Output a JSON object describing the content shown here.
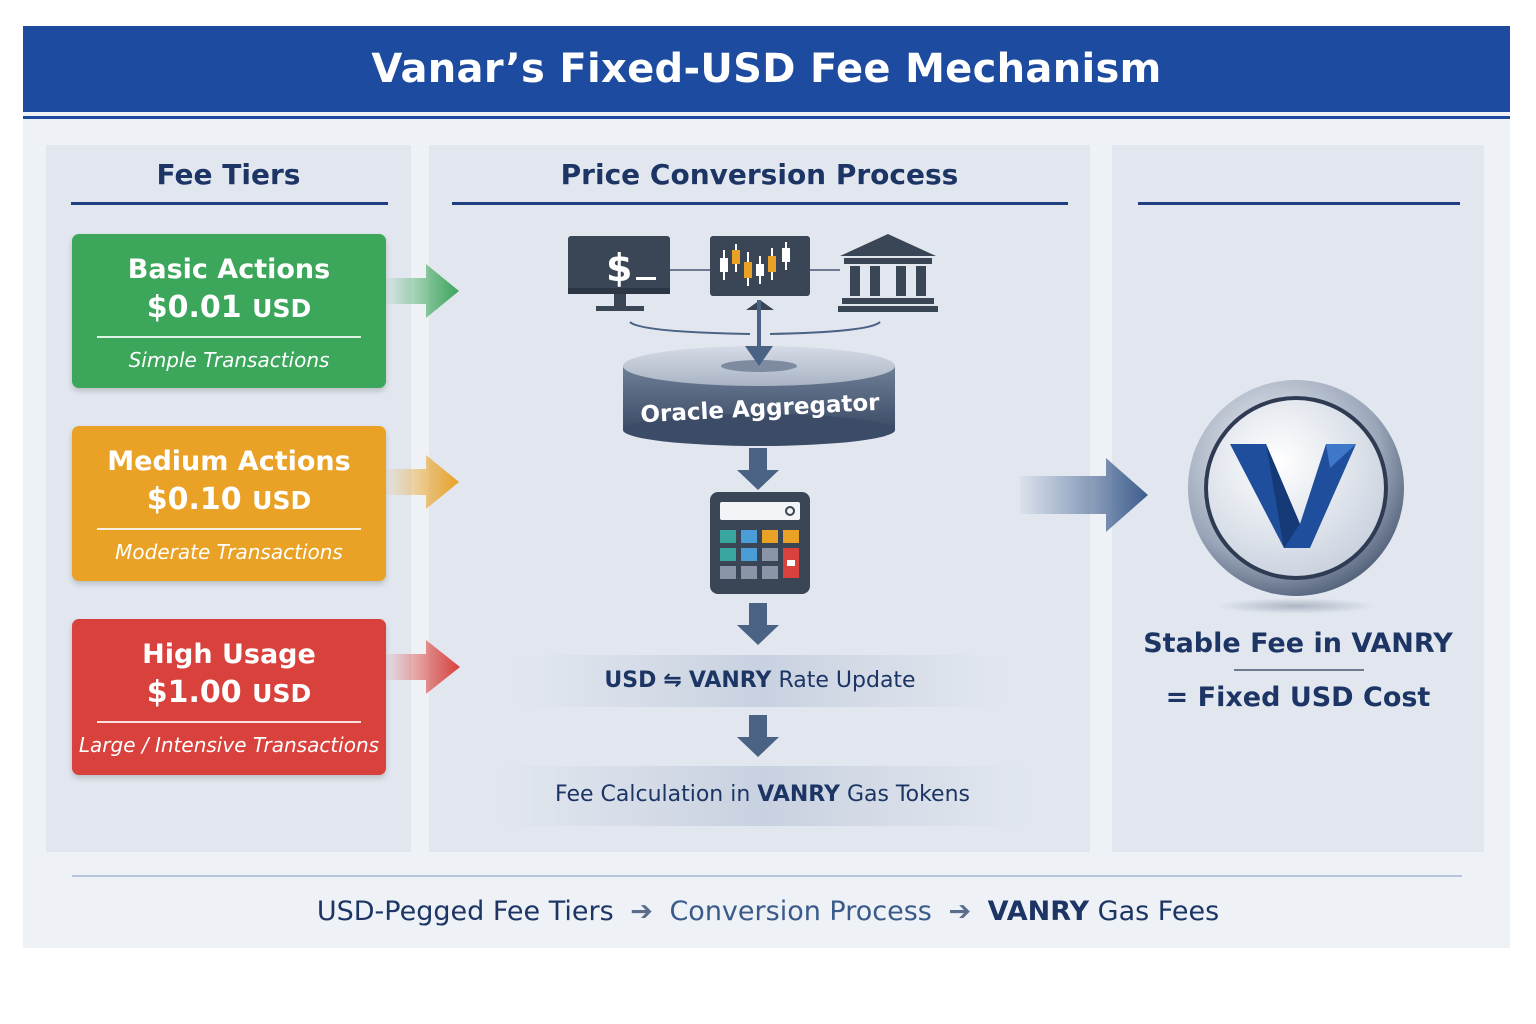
{
  "title": "Vanar’s Fixed-USD Fee Mechanism",
  "panels": {
    "fee_tiers_heading": "Fee Tiers",
    "conversion_heading": "Price Conversion Process"
  },
  "tiers": [
    {
      "name": "Basic Actions",
      "price": "$0.01",
      "unit": "USD",
      "desc": "Simple Transactions",
      "color": "#3ca65b"
    },
    {
      "name": "Medium Actions",
      "price": "$0.10",
      "unit": "USD",
      "desc": "Moderate Transactions",
      "color": "#e9a225"
    },
    {
      "name": "High Usage",
      "price": "$1.00",
      "unit": "USD",
      "desc": "Large / Intensive Transactions",
      "color": "#d9413c"
    }
  ],
  "process": {
    "oracle_label": "Oracle Aggregator",
    "rate_update": {
      "left": "USD",
      "arrow": "⇋",
      "right": "VANRY",
      "rest": "Rate Update"
    },
    "fee_calc": {
      "lead": "Fee Calculation in",
      "token": "VANRY",
      "rest": "Gas Tokens"
    },
    "icons": [
      "dollar-terminal-icon",
      "candlestick-chart-icon",
      "bank-icon",
      "calculator-icon"
    ]
  },
  "result": {
    "coin_icon": "vanry-coin-icon",
    "line1": "Stable Fee in VANRY",
    "line2": "= Fixed USD Cost"
  },
  "footer": {
    "step1": "USD-Pegged Fee Tiers",
    "step2": "Conversion Process",
    "step3_bold": "VANRY",
    "step3_rest": "Gas Fees",
    "arrow": "➔"
  },
  "colors": {
    "brand_blue": "#1c4ba0",
    "dark_navy": "#1c3565",
    "slate": "#4a6284"
  }
}
